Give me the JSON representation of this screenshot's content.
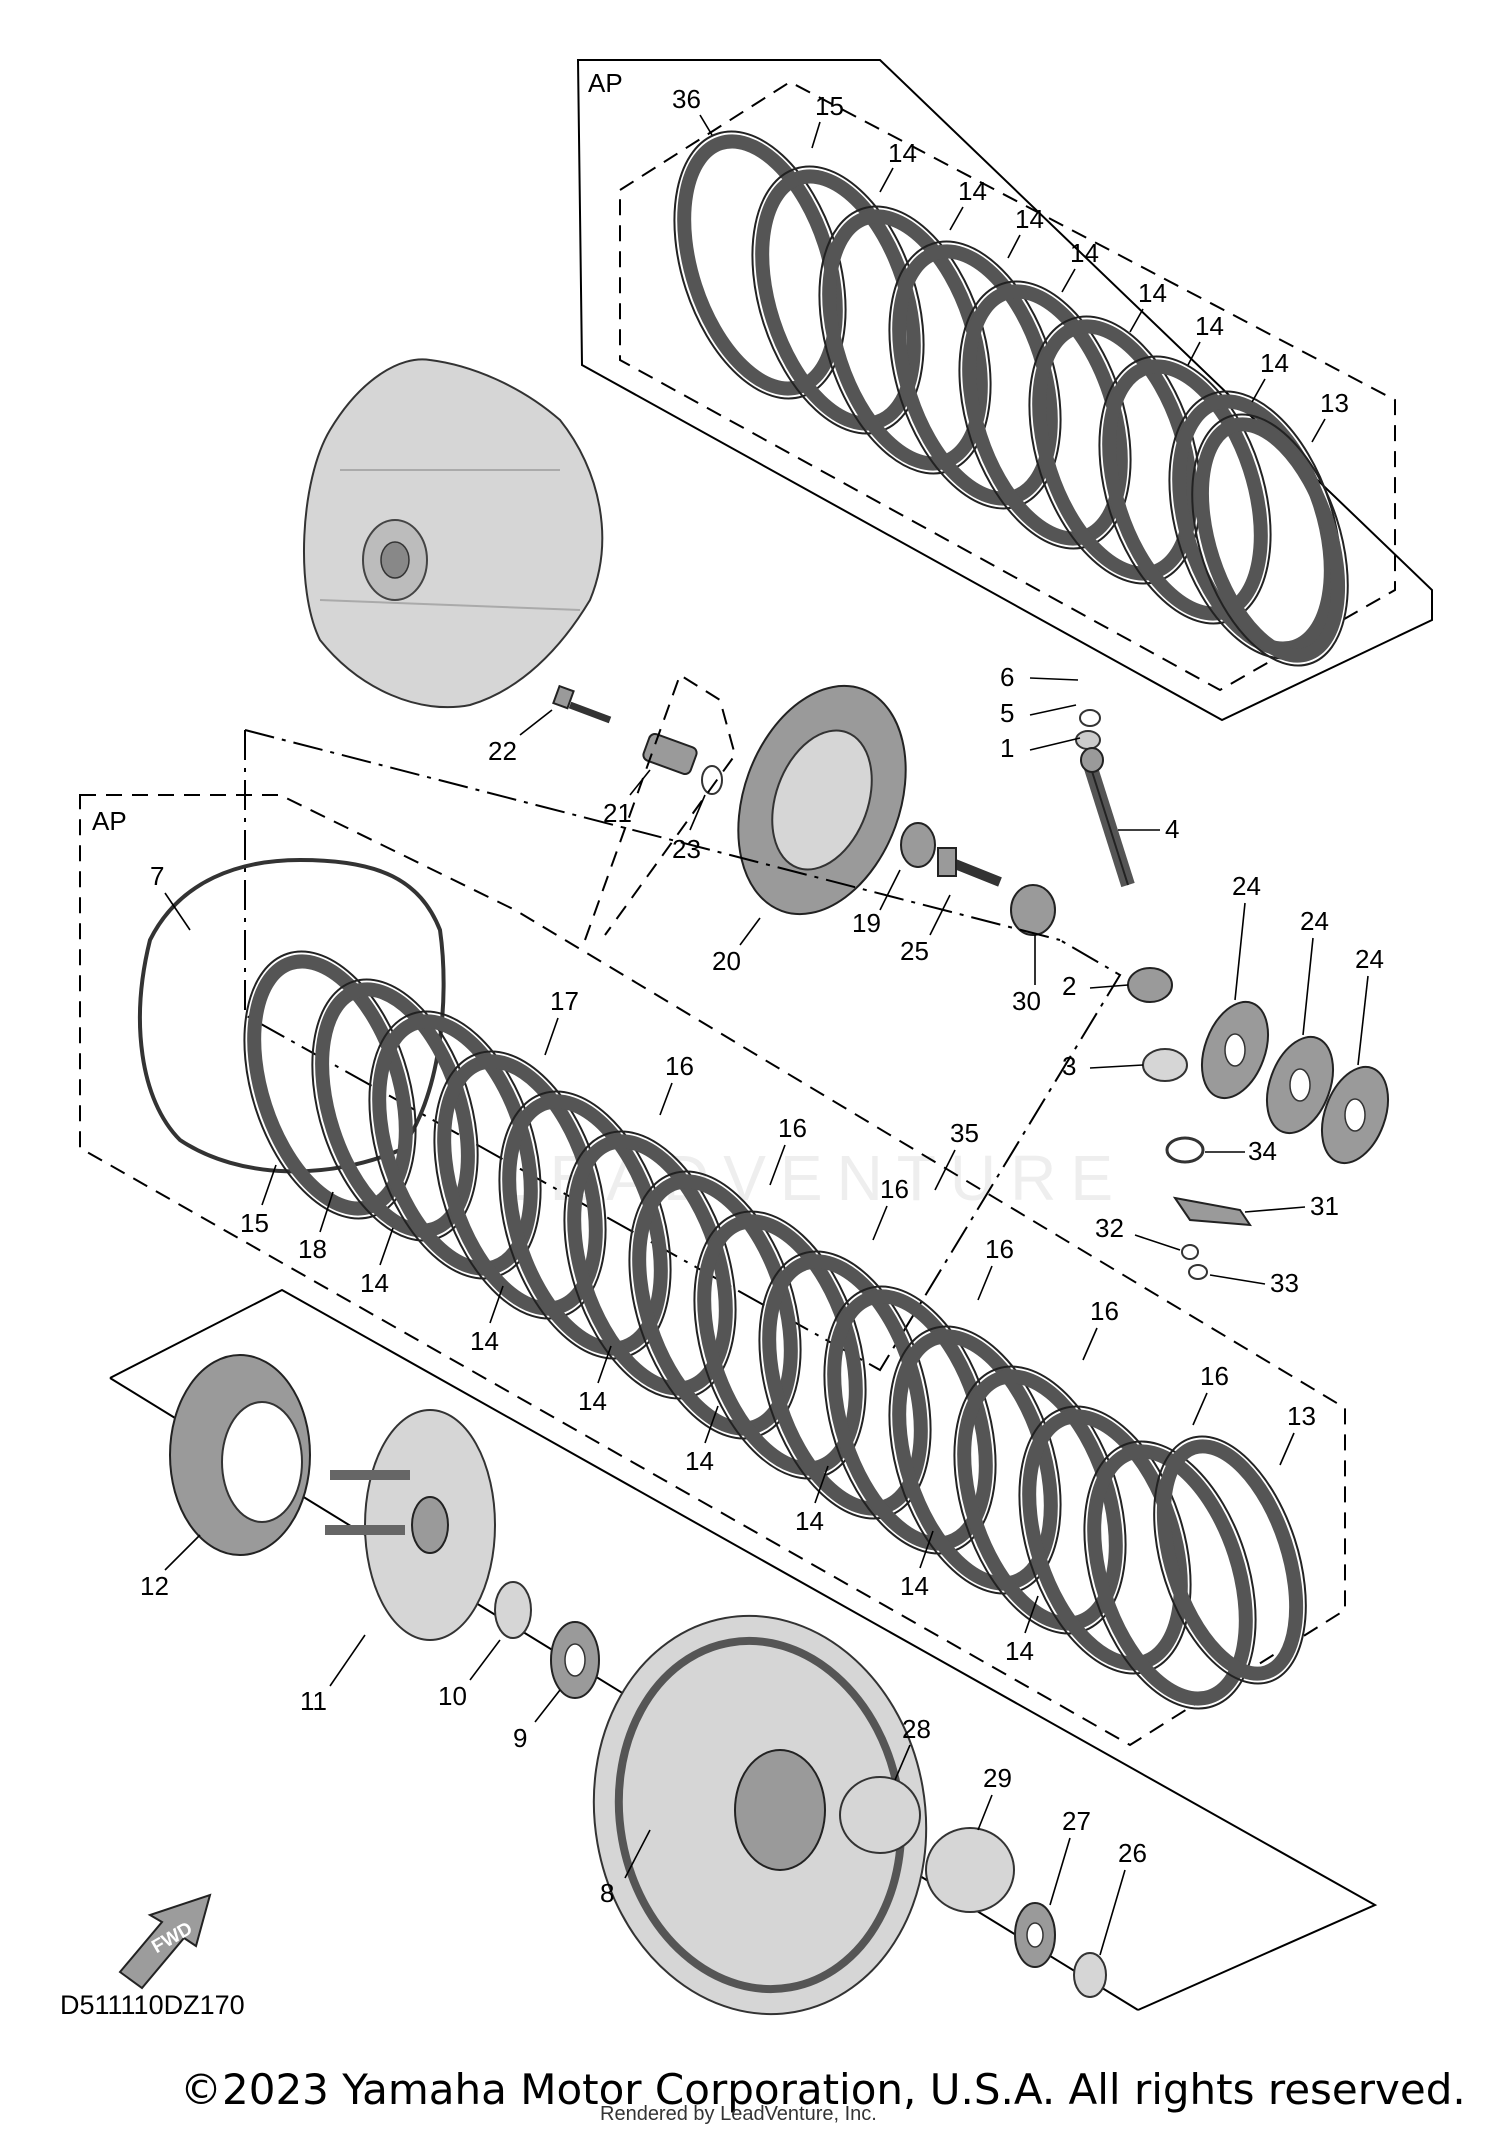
{
  "diagram": {
    "group_label_top": "AP",
    "group_label_bottom": "AP",
    "fwd_label": "FWD",
    "watermark": "LEADVENTURE",
    "callouts": {
      "c36": "36",
      "c15a": "15",
      "c14a": "14",
      "c14b": "14",
      "c14c": "14",
      "c14d": "14",
      "c14e": "14",
      "c14f": "14",
      "c14g": "14",
      "c13a": "13",
      "c6": "6",
      "c5": "5",
      "c1": "1",
      "c4": "4",
      "c22": "22",
      "c21": "21",
      "c23": "23",
      "c20": "20",
      "c19": "19",
      "c25": "25",
      "c30": "30",
      "c24a": "24",
      "c24b": "24",
      "c24c": "24",
      "c7": "7",
      "c2": "2",
      "c3": "3",
      "c34": "34",
      "c31": "31",
      "c32": "32",
      "c33": "33",
      "c17": "17",
      "c16a": "16",
      "c16b": "16",
      "c16c": "16",
      "c16d": "16",
      "c16e": "16",
      "c16f": "16",
      "c35": "35",
      "c15b": "15",
      "c18": "18",
      "c14h": "14",
      "c14i": "14",
      "c14j": "14",
      "c14k": "14",
      "c14l": "14",
      "c14m": "14",
      "c14n": "14",
      "c13b": "13",
      "c12": "12",
      "c11": "11",
      "c10": "10",
      "c9": "9",
      "c8": "8",
      "c28": "28",
      "c29": "29",
      "c27": "27",
      "c26": "26"
    }
  },
  "footer": {
    "diagram_code": "D511110DZ170",
    "copyright": "©2023 Yamaha Motor Corporation, U.S.A. All rights reserved.",
    "rendered_by": "Rendered by LeadVenture, Inc."
  }
}
